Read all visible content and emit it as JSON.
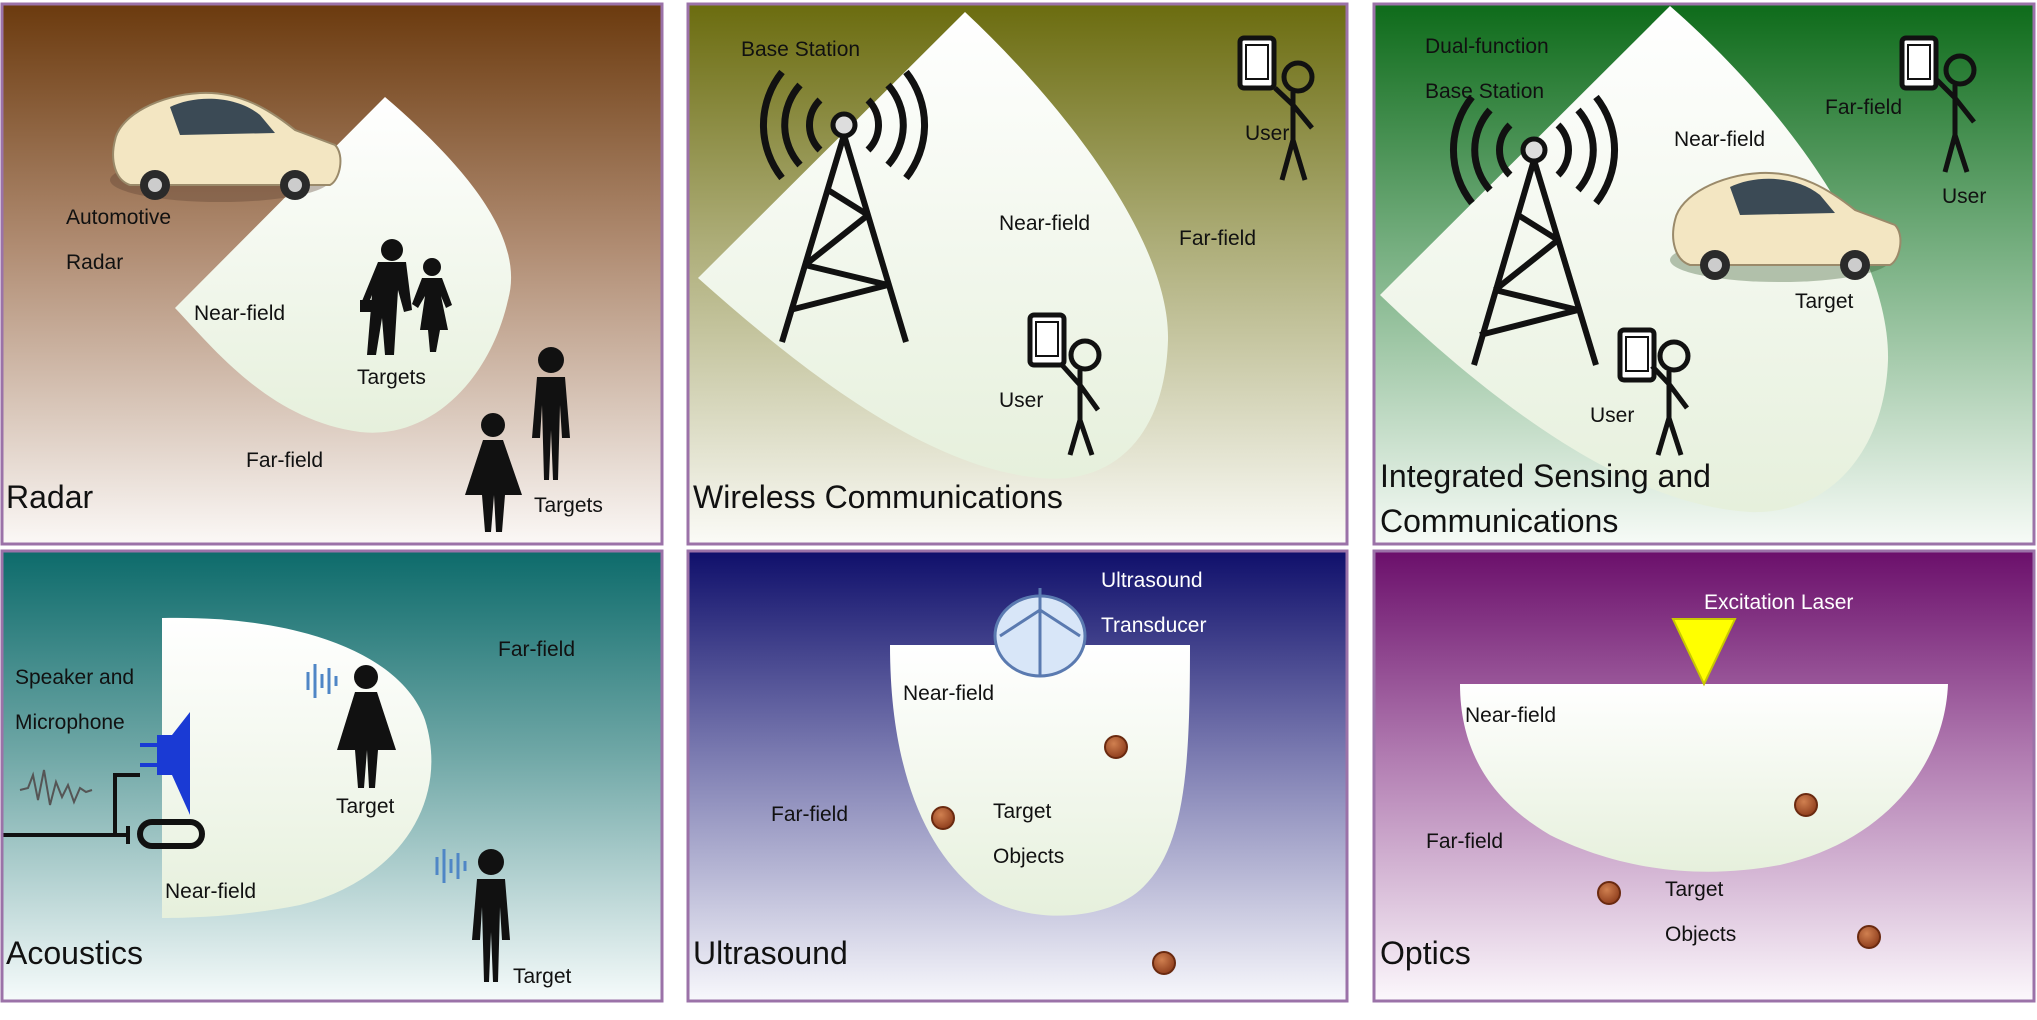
{
  "panels": {
    "radar": {
      "title": "Radar",
      "automotive": "Automotive",
      "radar_word": "Radar",
      "near_field": "Near-field",
      "far_field": "Far-field",
      "targets_1": "Targets",
      "targets_2": "Targets"
    },
    "wireless": {
      "title": "Wireless Communications",
      "base_station": "Base Station",
      "near_field": "Near-field",
      "far_field": "Far-field",
      "user_1": "User",
      "user_2": "User"
    },
    "isac": {
      "title_line1": "Integrated Sensing and",
      "title_line2": "Communications",
      "dual_function": "Dual-function",
      "base_station": "Base Station",
      "near_field": "Near-field",
      "far_field": "Far-field",
      "user_1": "User",
      "user_2": "User",
      "target": "Target"
    },
    "acoustics": {
      "title": "Acoustics",
      "speaker_and": "Speaker and",
      "microphone": "Microphone",
      "near_field": "Near-field",
      "far_field": "Far-field",
      "target_1": "Target",
      "target_2": "Target"
    },
    "ultrasound": {
      "title": "Ultrasound",
      "ultrasound_word": "Ultrasound",
      "transducer": "Transducer",
      "near_field": "Near-field",
      "far_field": "Far-field",
      "target": "Target",
      "objects": "Objects"
    },
    "optics": {
      "title": "Optics",
      "excitation_laser": "Excitation Laser",
      "near_field": "Near-field",
      "far_field": "Far-field",
      "target": "Target",
      "objects": "Objects"
    }
  },
  "colors": {
    "radar_top": "#6b3a0e",
    "wireless_top": "#6b6c0f",
    "isac_top": "#0e6b1a",
    "acoustics_top": "#0d6b6b",
    "ultrasound_top": "#0f0f6b",
    "optics_top": "#6b0f6b",
    "panel_border": "#9b72a8",
    "near_field_fill": "#f6faf2",
    "target_dot": "#a0522d",
    "laser": "#ffff00",
    "sound_wave": "#4f86c6"
  }
}
